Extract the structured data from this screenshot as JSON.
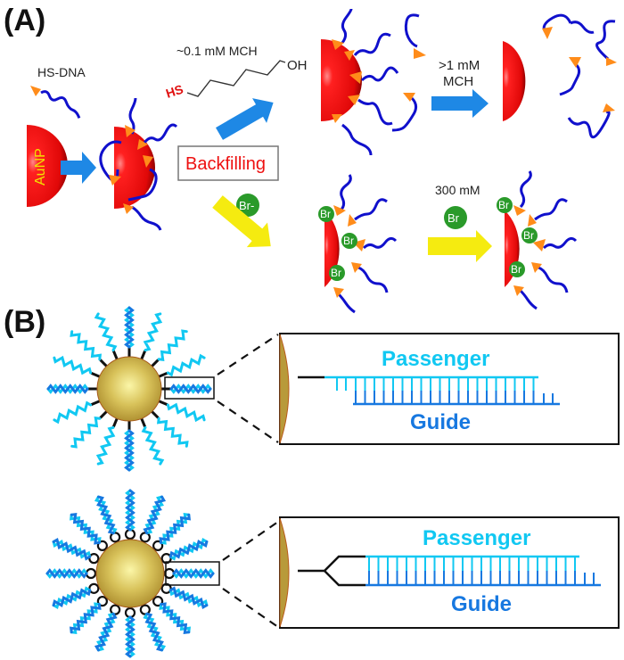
{
  "figure": {
    "panel_a": {
      "label": "(A)",
      "hs_dna_label": "HS-DNA",
      "aunp_label": "AuNP",
      "mch_low_label": "~0.1 mM MCH",
      "mch_molecule": {
        "thiol_label": "HS",
        "hydroxyl_label": "OH"
      },
      "backfilling_label": "Backfilling",
      "mch_high_label_line1": ">1 mM",
      "mch_high_label_line2": "MCH",
      "bromide_label": "Br-",
      "bromide_display": "Br",
      "bromide_conc_label": "300 mM"
    },
    "panel_b": {
      "label": "(B)",
      "top": {
        "passenger_label": "Passenger",
        "guide_label": "Guide",
        "linker": "single"
      },
      "bottom": {
        "passenger_label": "Passenger",
        "guide_label": "Guide",
        "linker": "branched"
      }
    }
  },
  "colors": {
    "aunp_red": "#ee1111",
    "dna_strand": "#1010cc",
    "thiol_anchor": "#ff8c1a",
    "arrow_blue": "#1e88e5",
    "arrow_yellow": "#f5eb10",
    "bromide_green": "#2a9a2a",
    "gold_particle": "#c9a93a",
    "passenger_cyan": "#11c8f2",
    "guide_blue": "#1778e0"
  }
}
